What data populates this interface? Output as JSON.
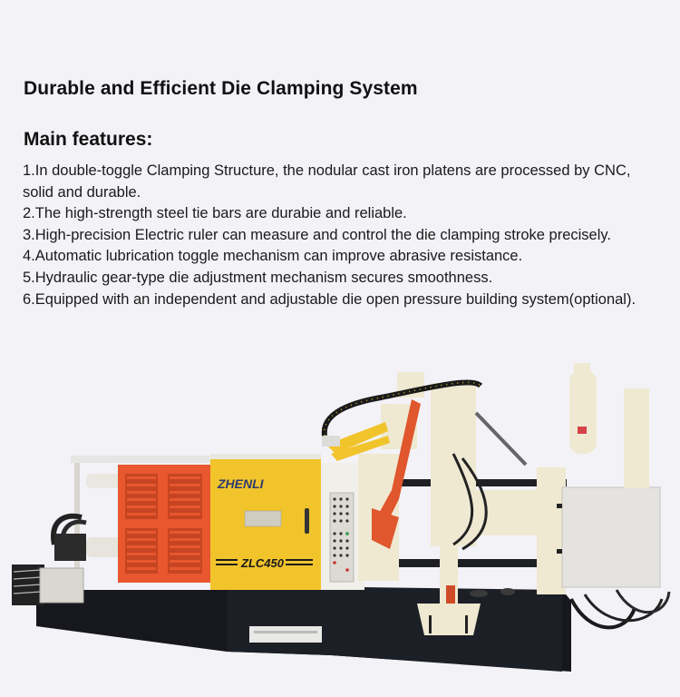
{
  "page": {
    "background": "#f3f2f7"
  },
  "header": {
    "title": "Durable and Efficient Die Clamping System",
    "subtitle": "Main features:"
  },
  "features": [
    {
      "num": "1.",
      "text": "In double-toggle Clamping Structure, the nodular cast iron platens are processed by CNC, solid and durable."
    },
    {
      "num": "2.",
      "text": "The high-strength steel tie bars are durabie and reliable."
    },
    {
      "num": "3.",
      "text": "High-precision Electric ruler can measure and control the die clamping stroke precisely."
    },
    {
      "num": "4.",
      "text": "Automatic lubrication toggle mechanism can improve abrasive resistance."
    },
    {
      "num": "5.",
      "text": "Hydraulic gear-type die adjustment mechanism secures smoothness."
    },
    {
      "num": "6.",
      "text": "Equipped with an independent and adjustable die open pressure building system(optional)."
    }
  ],
  "machine": {
    "brand": "ZHENLI",
    "model": "ZLC450",
    "colors": {
      "yellow": "#f2c42c",
      "orange": "#e8572e",
      "cream": "#efe9d2",
      "base": "#16181d",
      "panel": "#e4e3df",
      "arm_red": "#e0562d"
    }
  }
}
